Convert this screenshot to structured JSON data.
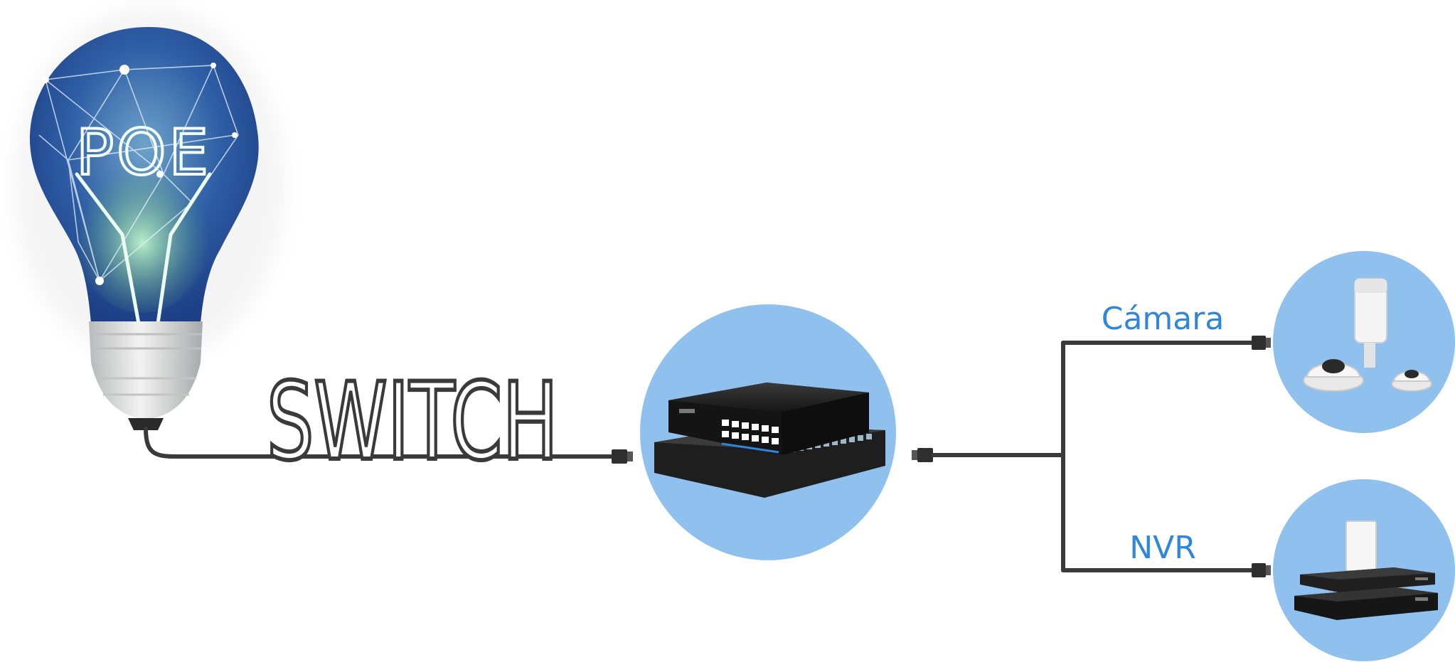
{
  "bulb": {
    "label": "POE"
  },
  "cable_word": {
    "label": "SWITCH"
  },
  "outputs": [
    {
      "label": "Cámara"
    },
    {
      "label": "NVR"
    }
  ],
  "colors": {
    "circle": "#8fc0ee",
    "cable": "#3a3a3a",
    "label": "#2f86dd",
    "bulb_glass": "#2d5aa8",
    "bulb_glow": "#e9fff0",
    "bulb_base": "#d9dadb",
    "device_dark": "#222222",
    "device_white": "#f5f5f5"
  },
  "icons": {
    "bulb": "poe-lightbulb-icon",
    "switch": "poe-switch-device-icon",
    "camera": "ip-camera-device-icon",
    "nvr": "nvr-recorder-device-icon"
  }
}
